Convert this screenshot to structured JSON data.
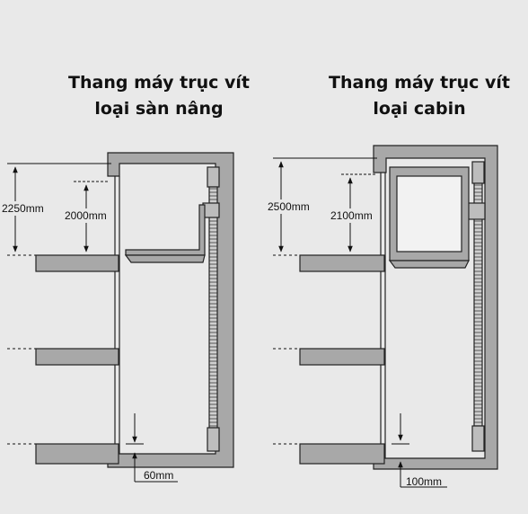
{
  "left": {
    "title_line1": "Thang máy trục vít",
    "title_line2": "loại sàn nâng",
    "dim_total": "2250mm",
    "dim_inner": "2000mm",
    "dim_pit": "60mm"
  },
  "right": {
    "title_line1": "Thang máy trục vít",
    "title_line2": "loại cabin",
    "dim_total": "2500mm",
    "dim_inner": "2100mm",
    "dim_pit": "100mm"
  },
  "colors": {
    "background": "#e9e9e9",
    "slab_fill": "#a8a8a8",
    "stroke": "#222222",
    "screw_fill": "#bdbdbd"
  }
}
